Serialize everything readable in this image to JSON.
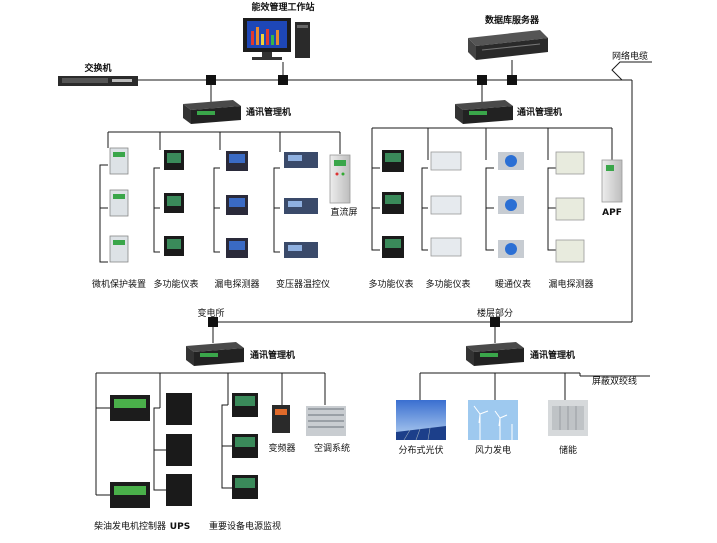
{
  "title_workstation": "能效管理工作站",
  "db_server": "数据库服务器",
  "switch": "交换机",
  "network_cable": "网络电缆",
  "comm_manager": "通讯管理机",
  "substation": "变电所",
  "floor_part": "楼层部分",
  "shielded_twisted_pair": "屏蔽双绞线",
  "groups": {
    "left_top": [
      "微机保护装置",
      "多功能仪表",
      "漏电探测器",
      "变压器温控仪",
      "直流屏"
    ],
    "right_top": [
      "多功能仪表",
      "多功能仪表",
      "暖通仪表",
      "漏电探测器",
      "APF"
    ],
    "left_bottom": [
      "柴油发电机控制器",
      "UPS",
      "重要设备电源监视",
      "变频器",
      "空调系统"
    ],
    "right_bottom": [
      "分布式光伏",
      "风力发电",
      "储能"
    ]
  },
  "colors": {
    "line": "#1a1a1a",
    "device_dark": "#222222",
    "panel_light": "#dfe3e6",
    "accent_green": "#3aa64a",
    "screen_blue": "#2a5db0"
  }
}
